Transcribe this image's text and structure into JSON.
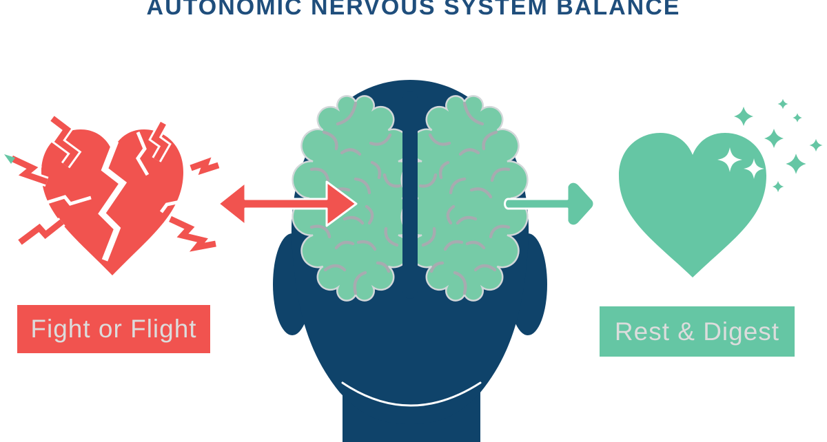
{
  "title": "AUTONOMIC NERVOUS SYSTEM BALANCE",
  "left_panel": {
    "label": "Fight or Flight",
    "icon": "broken-heart-lightning-icon"
  },
  "right_panel": {
    "label": "Rest & Digest",
    "icon": "sparkling-heart-icon"
  },
  "center": {
    "icon": "head-brain-icon"
  },
  "arrows": {
    "left": "double-headed-arrow-toward-fight-or-flight",
    "right": "arrow-toward-rest-and-digest"
  },
  "colors": {
    "red": "#F1534F",
    "teal": "#65C6A4",
    "brain": "#76CBA7",
    "navy": "#0F436A",
    "title_blue": "#1F4E7C",
    "label_text": "#DCDCDC",
    "sulci": "#A7ABB0",
    "background": "#FFFFFF"
  }
}
